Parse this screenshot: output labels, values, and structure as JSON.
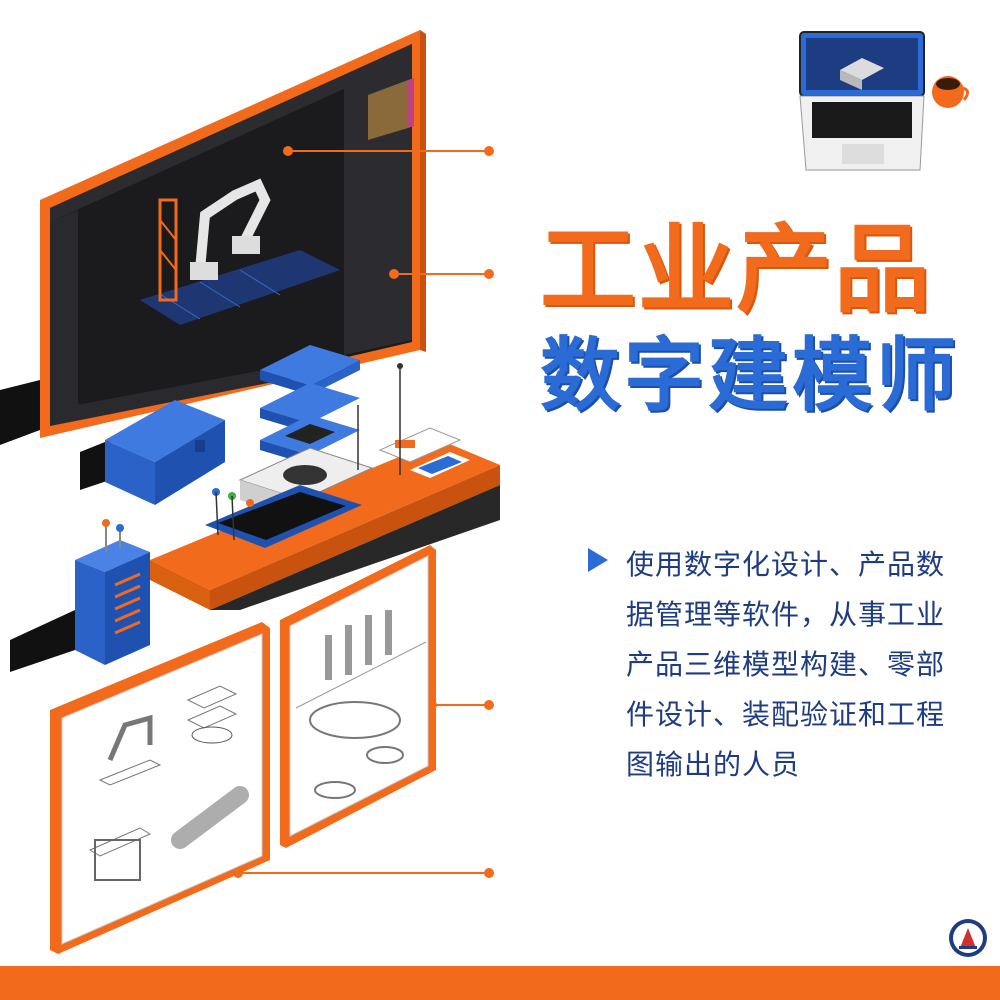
{
  "heading": {
    "line1": "工业产品",
    "line2": "数字建模师"
  },
  "description": "使用数字化设计、产品数据管理等软件，从事工业产品三维模型构建、零部件设计、装配验证和工程图输出的人员",
  "colors": {
    "orange": "#f26a1b",
    "blue": "#2a6bd6",
    "navy": "#1e3c82",
    "screen": "#101010"
  },
  "icons": [
    "play-triangle-icon",
    "laptop-icon",
    "coffee-cup-icon",
    "emblem-logo-icon"
  ]
}
